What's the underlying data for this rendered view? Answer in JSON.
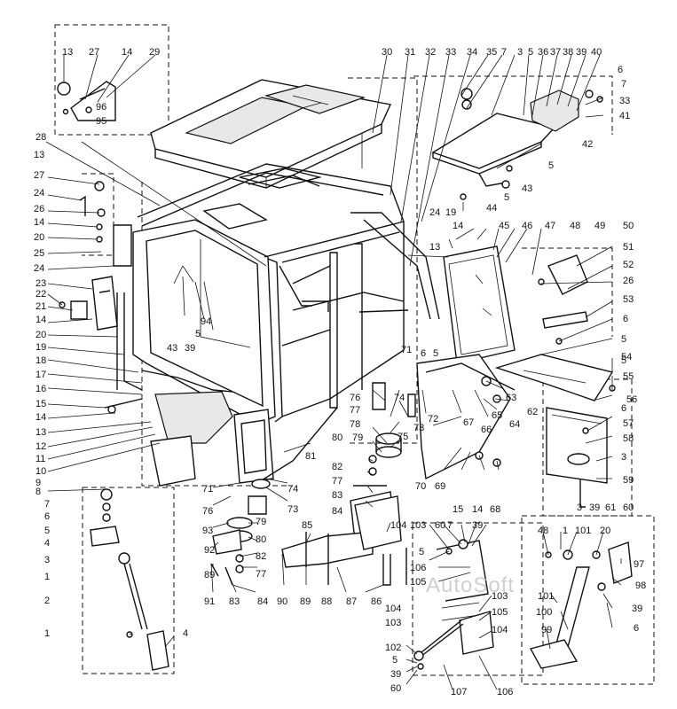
{
  "callouts": [
    {
      "text": "13"
    },
    {
      "text": "27"
    },
    {
      "text": "14"
    },
    {
      "text": "29"
    },
    {
      "text": "96"
    },
    {
      "text": "95"
    },
    {
      "text": "30"
    },
    {
      "text": "31"
    },
    {
      "text": "32"
    },
    {
      "text": "33"
    },
    {
      "text": "34"
    },
    {
      "text": "35"
    },
    {
      "text": "7"
    },
    {
      "text": "3"
    },
    {
      "text": "5"
    },
    {
      "text": "36"
    },
    {
      "text": "37"
    },
    {
      "text": "38"
    },
    {
      "text": "39"
    },
    {
      "text": "40"
    },
    {
      "text": "6"
    },
    {
      "text": "7"
    },
    {
      "text": "33"
    },
    {
      "text": "41"
    },
    {
      "text": "42"
    },
    {
      "text": "5"
    },
    {
      "text": "43"
    },
    {
      "text": "5"
    },
    {
      "text": "44"
    },
    {
      "text": "28"
    },
    {
      "text": "13"
    },
    {
      "text": "27"
    },
    {
      "text": "24"
    },
    {
      "text": "26"
    },
    {
      "text": "14"
    },
    {
      "text": "20"
    },
    {
      "text": "25"
    },
    {
      "text": "24"
    },
    {
      "text": "23"
    },
    {
      "text": "22"
    },
    {
      "text": "21"
    },
    {
      "text": "14"
    },
    {
      "text": "20"
    },
    {
      "text": "19"
    },
    {
      "text": "18"
    },
    {
      "text": "17"
    },
    {
      "text": "16"
    },
    {
      "text": "15"
    },
    {
      "text": "14"
    },
    {
      "text": "13"
    },
    {
      "text": "12"
    },
    {
      "text": "11"
    },
    {
      "text": "10"
    },
    {
      "text": "9"
    },
    {
      "text": "8"
    },
    {
      "text": "24"
    },
    {
      "text": "19"
    },
    {
      "text": "13"
    },
    {
      "text": "14"
    },
    {
      "text": "45"
    },
    {
      "text": "46"
    },
    {
      "text": "47"
    },
    {
      "text": "48"
    },
    {
      "text": "49"
    },
    {
      "text": "50"
    },
    {
      "text": "51"
    },
    {
      "text": "52"
    },
    {
      "text": "26"
    },
    {
      "text": "53"
    },
    {
      "text": "6"
    },
    {
      "text": "5"
    },
    {
      "text": "54"
    },
    {
      "text": "55"
    },
    {
      "text": "56"
    },
    {
      "text": "6"
    },
    {
      "text": "57"
    },
    {
      "text": "58"
    },
    {
      "text": "3"
    },
    {
      "text": "59"
    },
    {
      "text": "60"
    },
    {
      "text": "61"
    },
    {
      "text": "39"
    },
    {
      "text": "3"
    },
    {
      "text": "62"
    },
    {
      "text": "63"
    },
    {
      "text": "64"
    },
    {
      "text": "65"
    },
    {
      "text": "66"
    },
    {
      "text": "67"
    },
    {
      "text": "72"
    },
    {
      "text": "6"
    },
    {
      "text": "5"
    },
    {
      "text": "71"
    },
    {
      "text": "76"
    },
    {
      "text": "77"
    },
    {
      "text": "74"
    },
    {
      "text": "78"
    },
    {
      "text": "75"
    },
    {
      "text": "73"
    },
    {
      "text": "80"
    },
    {
      "text": "79"
    },
    {
      "text": "82"
    },
    {
      "text": "77"
    },
    {
      "text": "83"
    },
    {
      "text": "84"
    },
    {
      "text": "70"
    },
    {
      "text": "69"
    },
    {
      "text": "15"
    },
    {
      "text": "14"
    },
    {
      "text": "68"
    },
    {
      "text": "94"
    },
    {
      "text": "43"
    },
    {
      "text": "39"
    },
    {
      "text": "5"
    },
    {
      "text": "71"
    },
    {
      "text": "74"
    },
    {
      "text": "76"
    },
    {
      "text": "73"
    },
    {
      "text": "81"
    },
    {
      "text": "93"
    },
    {
      "text": "79"
    },
    {
      "text": "80"
    },
    {
      "text": "92"
    },
    {
      "text": "82"
    },
    {
      "text": "77"
    },
    {
      "text": "89"
    },
    {
      "text": "91"
    },
    {
      "text": "83"
    },
    {
      "text": "84"
    },
    {
      "text": "7"
    },
    {
      "text": "6"
    },
    {
      "text": "5"
    },
    {
      "text": "4"
    },
    {
      "text": "3"
    },
    {
      "text": "1"
    },
    {
      "text": "2"
    },
    {
      "text": "1"
    },
    {
      "text": "4"
    },
    {
      "text": "85"
    },
    {
      "text": "90"
    },
    {
      "text": "89"
    },
    {
      "text": "88"
    },
    {
      "text": "87"
    },
    {
      "text": "86"
    },
    {
      "text": "104"
    },
    {
      "text": "103"
    },
    {
      "text": "60"
    },
    {
      "text": "7"
    },
    {
      "text": "39"
    },
    {
      "text": "5"
    },
    {
      "text": "106"
    },
    {
      "text": "105"
    },
    {
      "text": "103"
    },
    {
      "text": "104"
    },
    {
      "text": "103"
    },
    {
      "text": "105"
    },
    {
      "text": "104"
    },
    {
      "text": "102"
    },
    {
      "text": "5"
    },
    {
      "text": "39"
    },
    {
      "text": "60"
    },
    {
      "text": "107"
    },
    {
      "text": "106"
    },
    {
      "text": "48"
    },
    {
      "text": "1"
    },
    {
      "text": "101"
    },
    {
      "text": "20"
    },
    {
      "text": "97"
    },
    {
      "text": "98"
    },
    {
      "text": "101"
    },
    {
      "text": "39"
    },
    {
      "text": "100"
    },
    {
      "text": "99"
    },
    {
      "text": "6"
    },
    {
      "text": "5"
    }
  ],
  "watermark": "AutoSoft"
}
